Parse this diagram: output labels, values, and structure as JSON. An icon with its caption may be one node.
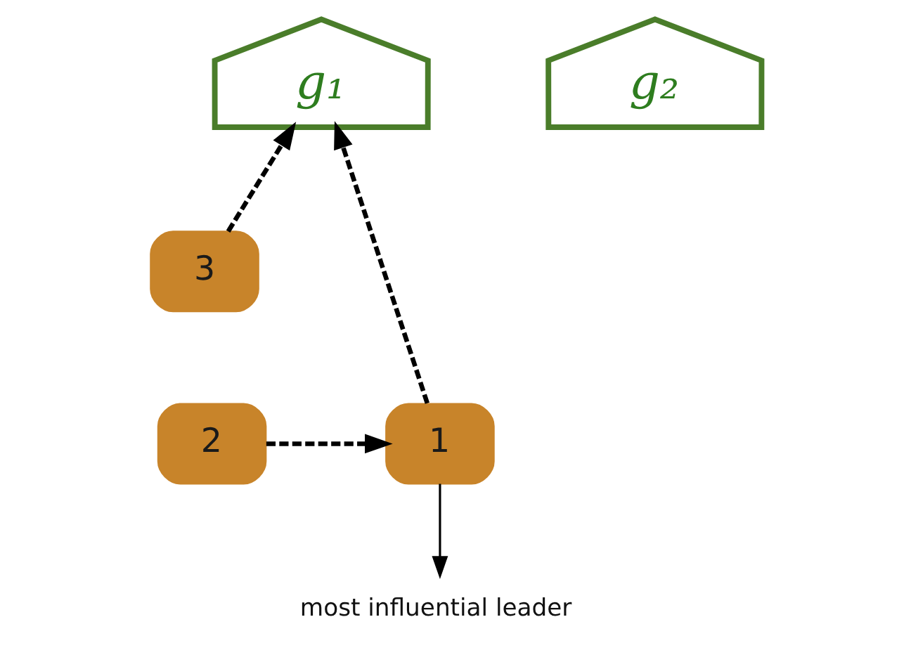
{
  "diagram": {
    "nodes": [
      {
        "text": [
          "g₁"
        ]
      },
      {
        "text": [
          "g₂"
        ]
      },
      {
        "text": [
          "3"
        ]
      },
      {
        "text": [
          "1"
        ]
      },
      {
        "text": [
          "2"
        ]
      },
      {
        "text": [
          "most influential leader"
        ]
      }
    ],
    "edges": [
      {
        "from": 3,
        "to": 0,
        "arrow": "to",
        "style": "dashed"
      },
      {
        "from": 2,
        "to": 0,
        "arrow": "to",
        "style": "dashed"
      },
      {
        "from": 4,
        "to": 3,
        "arrow": "to",
        "style": "dashed"
      },
      {
        "from": 3,
        "to": 5,
        "arrow": "to"
      }
    ]
  }
}
